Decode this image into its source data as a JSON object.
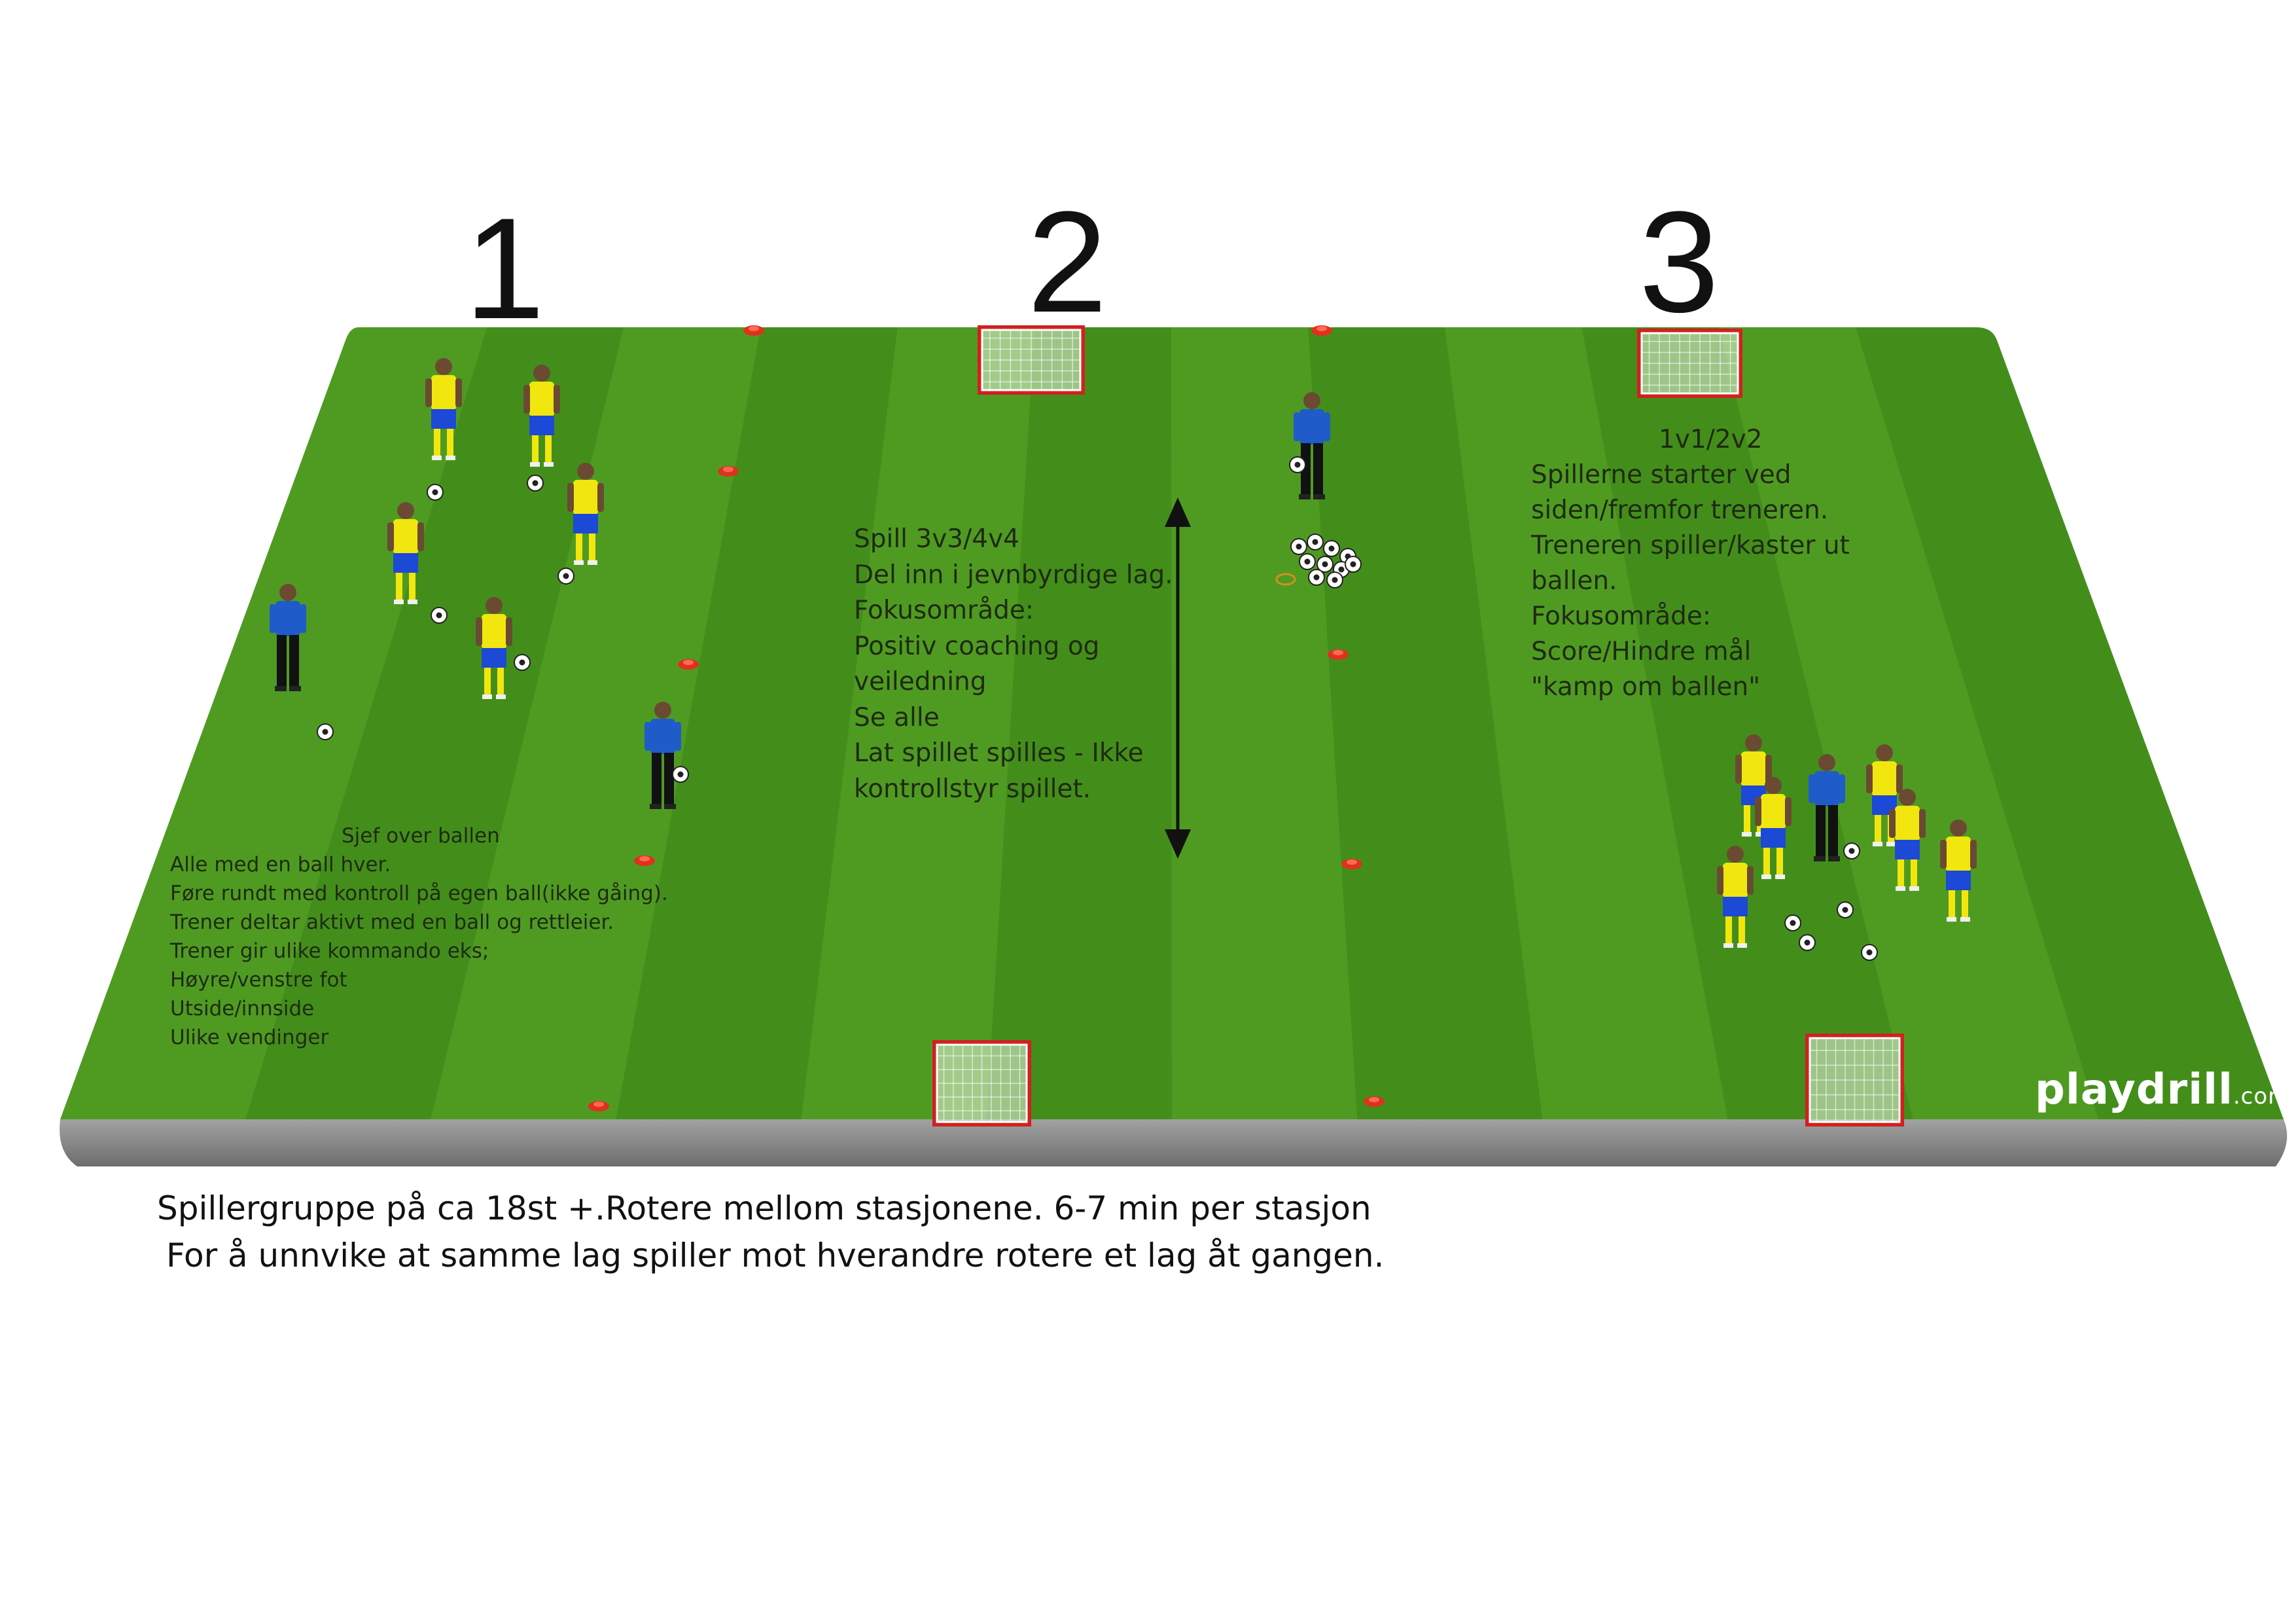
{
  "stations": [
    {
      "number": "1"
    },
    {
      "number": "2"
    },
    {
      "number": "3"
    }
  ],
  "station1": {
    "title": "Sjef over ballen",
    "lines": [
      "Alle med en ball hver.",
      "Føre rundt med kontroll på egen ball(ikke gåing).",
      "Trener deltar aktivt med en ball og rettleier.",
      "Trener gir ulike kommando eks;",
      "Høyre/venstre fot",
      "Utside/innside",
      "Ulike vendinger"
    ]
  },
  "station2": {
    "lines": [
      "Spill 3v3/4v4",
      "Del inn i jevnbyrdige lag.",
      "Fokusområde:",
      "Positiv coaching og",
      "veiledning",
      "Se alle",
      "Lat spillet spilles - Ikke",
      "kontrollstyr spillet."
    ]
  },
  "station3": {
    "title": "1v1/2v2",
    "lines": [
      "Spillerne starter ved",
      "siden/fremfor treneren.",
      "Treneren spiller/kaster ut",
      "ballen.",
      "Fokusområde:",
      "Score/Hindre mål",
      "\"kamp om ballen\""
    ]
  },
  "caption": {
    "line1": "Spillergruppe på ca 18st +.Rotere mellom stasjonene. 6-7 min per stasjon",
    "line2": "For å unnvike at samme lag spiller mot hverandre rotere et lag åt gangen."
  },
  "logo": {
    "main": "playdrill",
    "suffix": ".com"
  },
  "colors": {
    "grass_light": "#5aa628",
    "grass_dark": "#3f8a1a",
    "pitch_edge": "#8c8c8c",
    "cone": "#e0301e",
    "player_shirt": "#f2e60f",
    "player_shorts": "#1c49d6",
    "coach_shirt": "#1f5cc9",
    "coach_trousers": "#111111",
    "goal_frame": "#d22020"
  }
}
